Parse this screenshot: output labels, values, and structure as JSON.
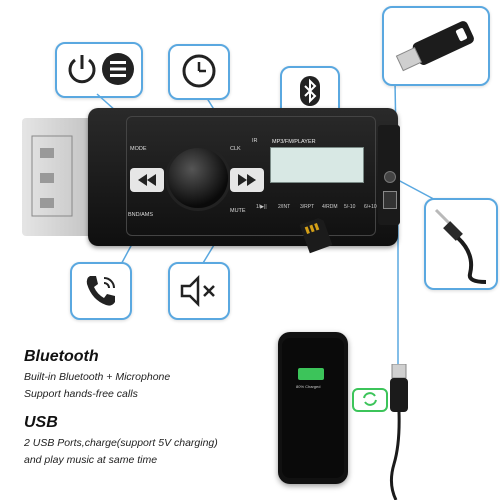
{
  "radio": {
    "button_mode": "MODE",
    "button_clk": "CLK",
    "button_band": "BND/AMS",
    "button_mute": "MUTE",
    "display_label": "MP3/FM/PLAYER",
    "presets": [
      "1/▶||",
      "2/INT",
      "3/RPT",
      "4/RDM",
      "5/-10",
      "6/+10"
    ],
    "ir_label": "IR"
  },
  "phone": {
    "screen_text": "80% Charged"
  },
  "features": [
    {
      "title": "Bluetooth",
      "lines": [
        "Built-in Bluetooth + Microphone",
        "Support hands-free calls"
      ]
    },
    {
      "title": "USB",
      "lines": [
        "2 USB Ports,charge(support 5V charging)",
        "and play music at same time"
      ]
    }
  ],
  "icons": [
    "power-icon",
    "menu-icon",
    "clock-icon",
    "bluetooth-icon",
    "phone-call-icon",
    "mute-icon",
    "sd-card-icon",
    "usb-stick-icon",
    "aux-cable-icon",
    "usb-cable-icon",
    "charging-icon"
  ],
  "colors": {
    "accent": "#5aa8e0",
    "charge_green": "#3cc45a"
  }
}
